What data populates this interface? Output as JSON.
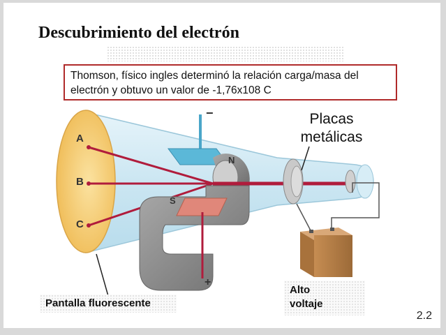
{
  "title": "Descubrimiento del electrón",
  "caption": {
    "line1": "Thomson, físico ingles determinó la relación carga/masa del",
    "line2": "electrón y obtuvo un valor de -1,76x108 C"
  },
  "labels": {
    "point_a": "A",
    "point_b": "B",
    "point_c": "C",
    "magnet_n": "N",
    "magnet_s": "S",
    "minus": "−",
    "plus": "+",
    "plates_line1": "Placas",
    "plates_line2": "metálicas",
    "screen": "Pantalla fluorescente",
    "voltage_line1": "Alto",
    "voltage_line2": "voltaje"
  },
  "page_number": "2.2",
  "colors": {
    "caption_border": "#b02a2a",
    "beam": "#b01c3c",
    "screen": "#f2c96b",
    "tube": "#cfe8f3",
    "plate_top": "#5bb8d8",
    "plate_bottom": "#e0877a",
    "magnet": "#8b8b8b",
    "battery": "#b07a44"
  }
}
